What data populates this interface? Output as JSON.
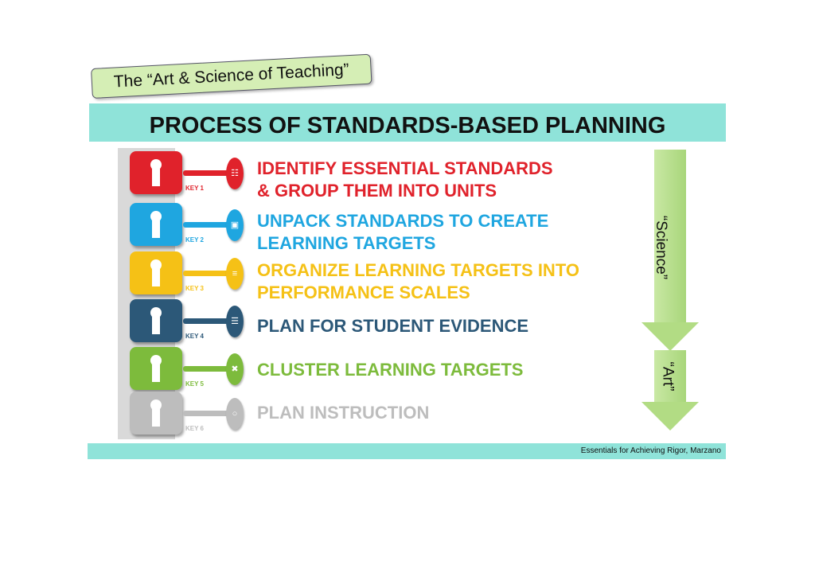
{
  "title": "PROCESS OF STANDARDS-BASED PLANNING",
  "banner": "The “Art & Science of Teaching”",
  "footer": "Essentials for Achieving Rigor, Marzano",
  "arrows": {
    "science": "“Science”",
    "art": "“Art”"
  },
  "steps": [
    {
      "key": "KEY 1",
      "line1": "IDENTIFY ESSENTIAL STANDARDS",
      "line2": "& GROUP THEM INTO UNITS",
      "color": "#e0222b",
      "icon": "hierarchy-icon"
    },
    {
      "key": "KEY 2",
      "line1": "UNPACK STANDARDS TO CREATE",
      "line2": "LEARNING TARGETS",
      "color": "#1fa6e0",
      "icon": "briefcase-icon"
    },
    {
      "key": "KEY 3",
      "line1": "ORGANIZE LEARNING TARGETS INTO",
      "line2": "PERFORMANCE SCALES",
      "color": "#f5c116",
      "icon": "bar-chart-icon"
    },
    {
      "key": "KEY 4",
      "line1": "PLAN FOR STUDENT EVIDENCE",
      "line2": "",
      "color": "#2c5878",
      "icon": "document-icon"
    },
    {
      "key": "KEY 5",
      "line1": "CLUSTER LEARNING TARGETS",
      "line2": "",
      "color": "#7dbb3c",
      "icon": "shuffle-icon"
    },
    {
      "key": "KEY 6",
      "line1": "PLAN INSTRUCTION",
      "line2": "",
      "color": "#bdbdbd",
      "icon": "lightbulb-icon"
    }
  ]
}
